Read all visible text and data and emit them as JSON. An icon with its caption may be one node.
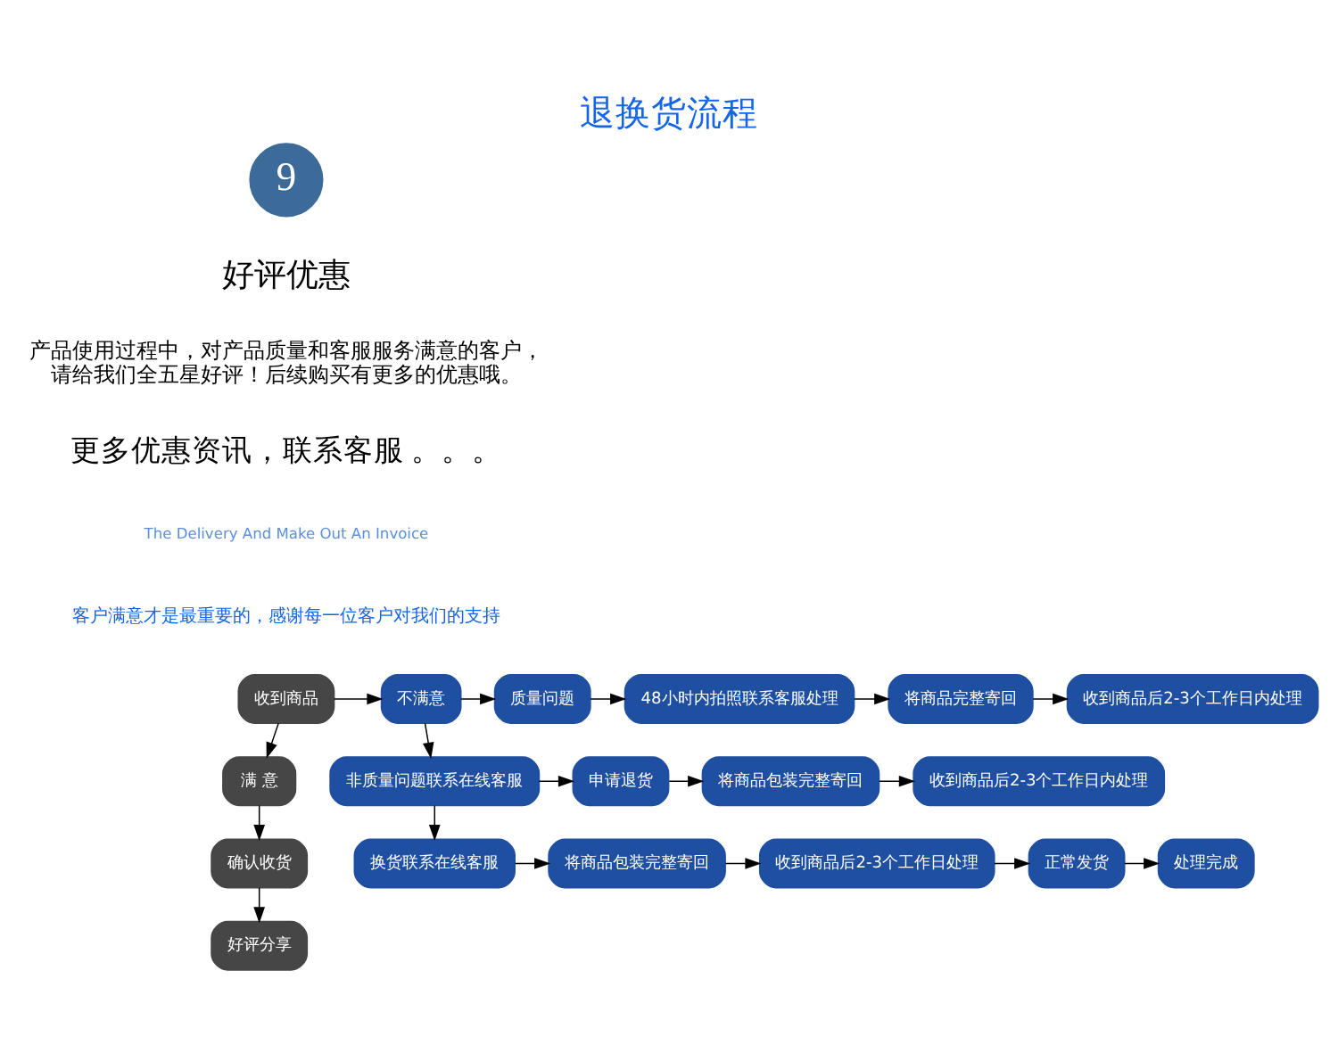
{
  "diagram": {
    "title": "退换货流程",
    "nodes": [
      {
        "text": [
          "收到商品"
        ]
      },
      {
        "text": [
          "满 意"
        ]
      },
      {
        "text": [
          "确认收货"
        ]
      },
      {
        "text": [
          "好评分享"
        ]
      },
      {
        "text": [
          "不满意"
        ]
      },
      {
        "text": [
          "质量问题"
        ]
      },
      {
        "text": [
          "48小时内拍照联系客服处理"
        ]
      },
      {
        "text": [
          "将商品完整寄回"
        ]
      },
      {
        "text": [
          "收到商品后2-3个工作日内处理"
        ]
      },
      {
        "text": [
          "非质量问题联系在线客服"
        ]
      },
      {
        "text": [
          "申请退货"
        ]
      },
      {
        "text": [
          "将商品包装完整寄回"
        ]
      },
      {
        "text": [
          "收到商品后2-3个工作日内处理"
        ]
      },
      {
        "text": [
          "换货联系在线客服"
        ]
      },
      {
        "text": [
          "将商品包装完整寄回"
        ]
      },
      {
        "text": [
          "收到商品后2-3个工作日处理"
        ]
      },
      {
        "text": [
          "正常发货"
        ]
      },
      {
        "text": [
          "处理完成"
        ]
      }
    ],
    "edges": [
      {
        "from": 0,
        "to": 1,
        "arrow": "to"
      },
      {
        "from": 1,
        "to": 2,
        "arrow": "to"
      },
      {
        "from": 2,
        "to": 3,
        "arrow": "to"
      },
      {
        "from": 0,
        "to": 4,
        "arrow": "to"
      },
      {
        "from": 4,
        "to": 5,
        "arrow": "to"
      },
      {
        "from": 5,
        "to": 6,
        "arrow": "to"
      },
      {
        "from": 6,
        "to": 7,
        "arrow": "to"
      },
      {
        "from": 7,
        "to": 8,
        "arrow": "to"
      },
      {
        "from": 4,
        "to": 9,
        "arrow": "to"
      },
      {
        "from": 9,
        "to": 10,
        "arrow": "to"
      },
      {
        "from": 10,
        "to": 11,
        "arrow": "to"
      },
      {
        "from": 11,
        "to": 12,
        "arrow": "to"
      },
      {
        "from": 9,
        "to": 13,
        "arrow": "to"
      },
      {
        "from": 13,
        "to": 14,
        "arrow": "to"
      },
      {
        "from": 14,
        "to": 15,
        "arrow": "to"
      },
      {
        "from": 15,
        "to": 16,
        "arrow": "to"
      },
      {
        "from": 16,
        "to": 17,
        "arrow": "to"
      }
    ],
    "labels": [
      "9",
      "好评优惠",
      "产品使用过程中，对产品质量和客服服务满意的客户，请给我们全五星好评！后续购买有更多的优惠哦。",
      "更多优惠资讯，联系客服 。。。",
      "The Delivery And Make Out An Invoice",
      "客户满意才是最重要的，感谢每一位客户对我们的支持"
    ]
  }
}
